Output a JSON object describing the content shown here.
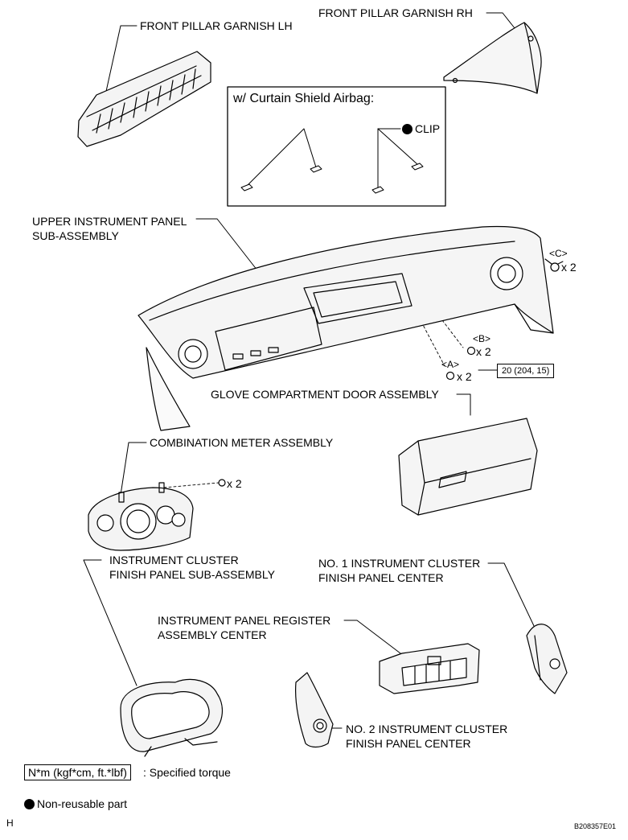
{
  "labels": {
    "front_pillar_lh": "FRONT PILLAR GARNISH LH",
    "front_pillar_rh": "FRONT PILLAR GARNISH RH",
    "curtain_box_title": "w/ Curtain Shield Airbag:",
    "clip": "CLIP",
    "upper_panel_1": "UPPER INSTRUMENT PANEL",
    "upper_panel_2": "SUB-ASSEMBLY",
    "c_ref": "<C>",
    "c_qty": "x 2",
    "b_ref": "<B>",
    "b_qty": "x 2",
    "a_ref": "<A>",
    "a_qty": "x 2",
    "torque_value": "20 (204, 15)",
    "glove_compartment": "GLOVE COMPARTMENT DOOR ASSEMBLY",
    "combination_meter": "COMBINATION METER ASSEMBLY",
    "meter_qty": "x 2",
    "cluster_finish_1": "INSTRUMENT CLUSTER",
    "cluster_finish_2": "FINISH PANEL SUB-ASSEMBLY",
    "no1_center_1": "NO. 1 INSTRUMENT CLUSTER",
    "no1_center_2": "FINISH PANEL CENTER",
    "register_1": "INSTRUMENT PANEL REGISTER",
    "register_2": "ASSEMBLY CENTER",
    "no2_center_1": "NO. 2 INSTRUMENT CLUSTER",
    "no2_center_2": "FINISH PANEL CENTER"
  },
  "legend": {
    "torque_unit": "N*m (kgf*cm, ft.*lbf)",
    "torque_desc": ": Specified torque",
    "nonreusable": "Non-reusable part"
  },
  "footer": {
    "left_mark": "H",
    "figure_id": "B208357E01"
  }
}
